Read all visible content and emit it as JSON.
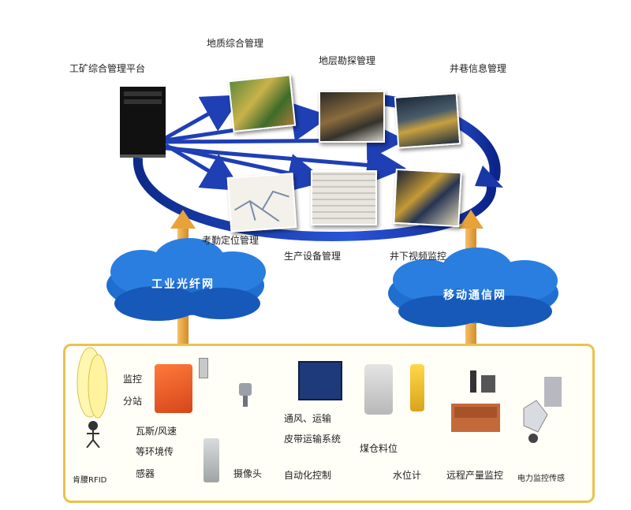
{
  "top_labels": {
    "platform": "工矿综合管理平台",
    "geo_mgmt": "地质综合管理",
    "strata_survey": "地层勘探管理",
    "shaft_info": "井巷信息管理",
    "attendance_loc": "考勤定位管理",
    "equipment_mgmt": "生产设备管理",
    "video_monitor": "井下视频监控"
  },
  "clouds": {
    "industrial_ring": "工业光纤网",
    "mobile_net": "移动通信网"
  },
  "device_labels": {
    "rfid": "肯腰RFID",
    "monitor_sub": "监控",
    "substation": "分站",
    "gas_wind": "瓦斯/风速",
    "env_sensor": "等环境传",
    "sensor": "感器",
    "camera": "摄像头",
    "belt_line1": "通风、运输",
    "belt_line2": "皮带运输系统",
    "silo": "煤仓料位",
    "auto_ctrl": "自动化控制",
    "water_meter": "水位计",
    "remote_output": "远程产量监控",
    "power_sensor": "电力监控传感"
  },
  "colors": {
    "arrow_blue": "#1f3fb4",
    "ring_blue": "#1a37a8",
    "cloud_blue": "#1e6fd0",
    "panel_border": "#e9c34c",
    "up_arrow": "#e8a23a"
  }
}
